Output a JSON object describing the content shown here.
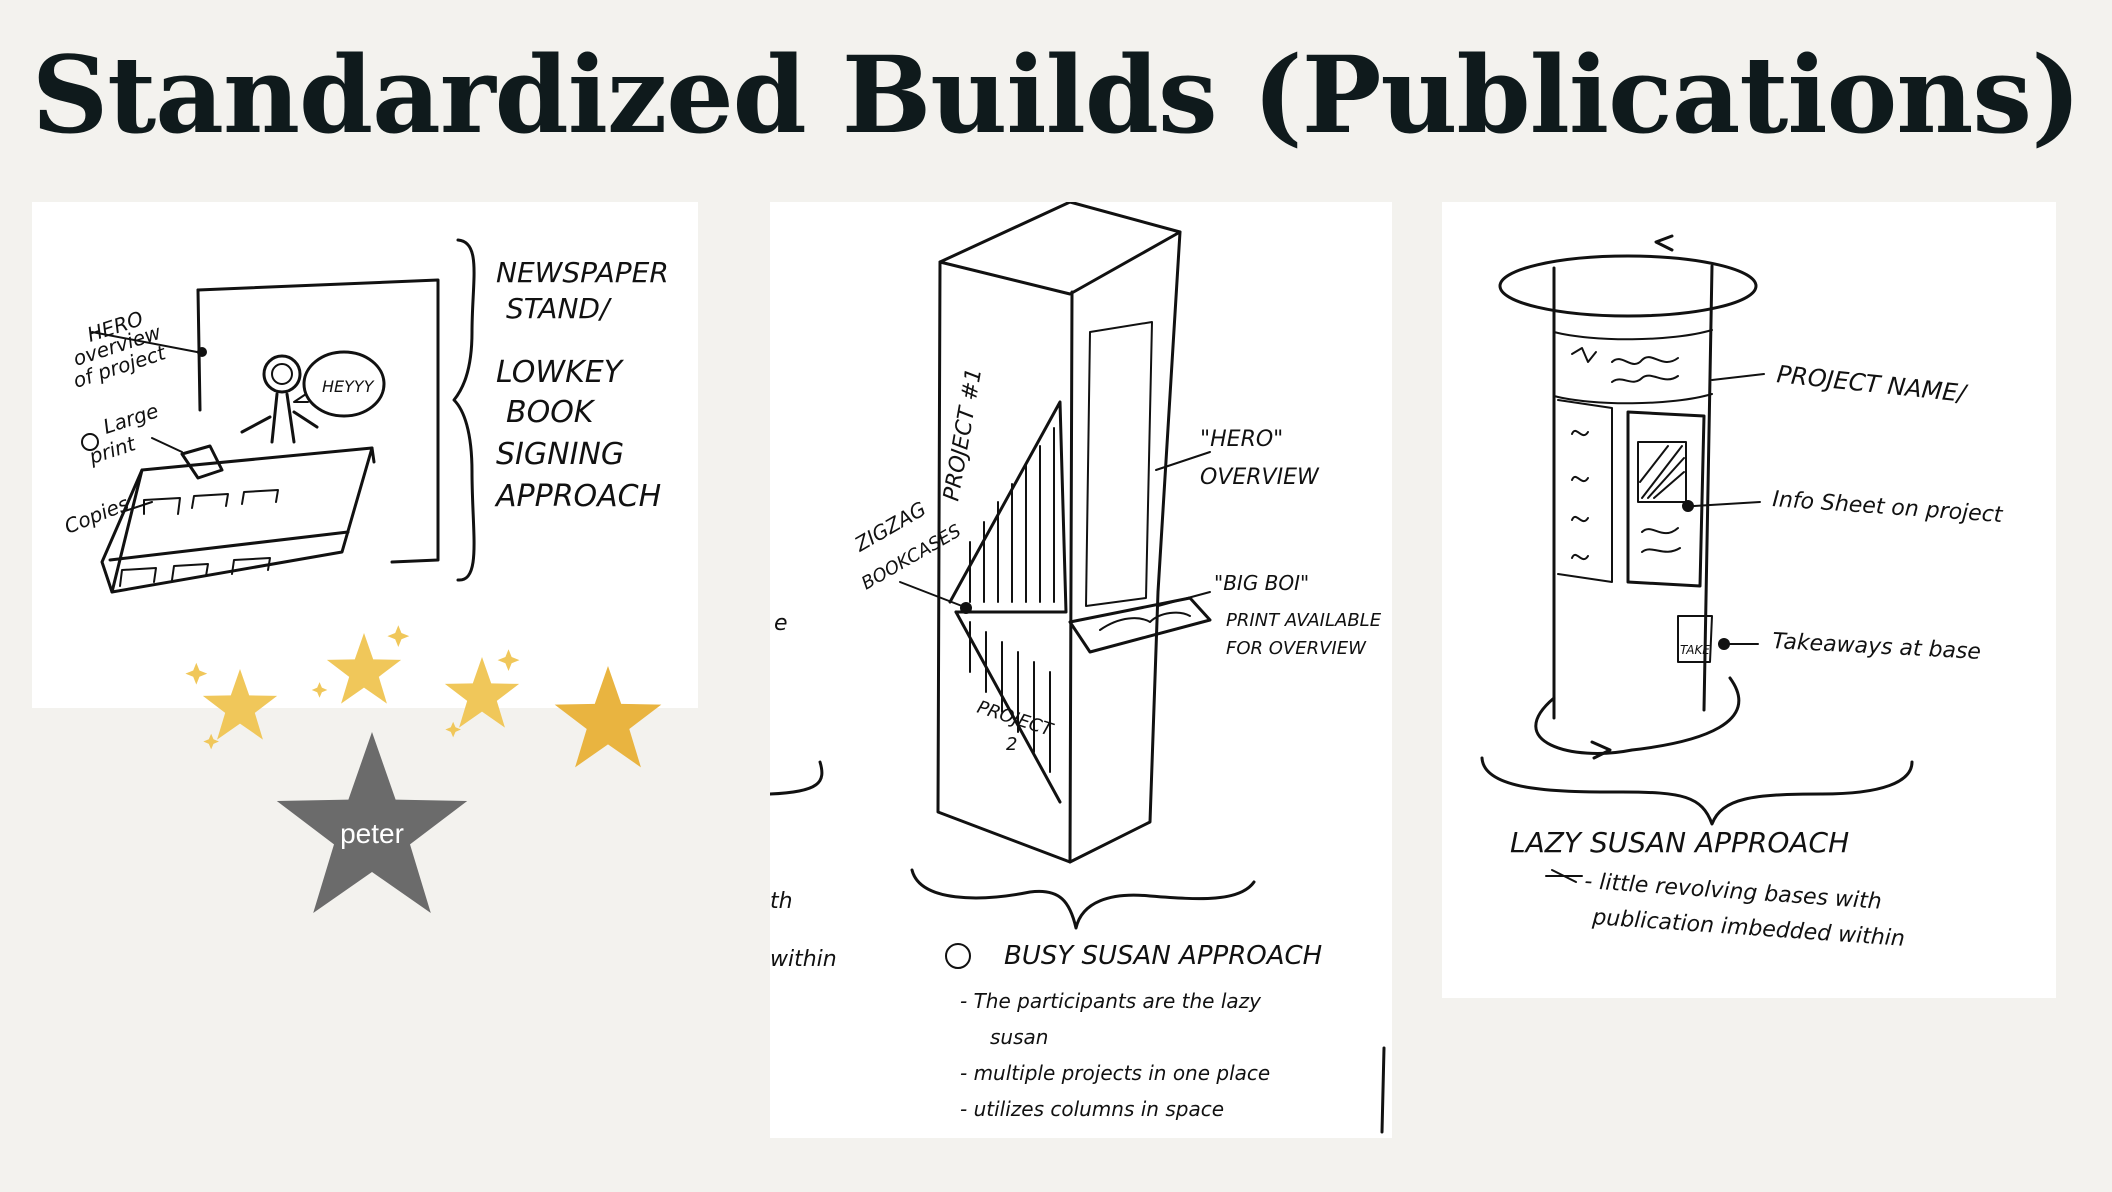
{
  "slide": {
    "title": "Standardized Builds (Publications)"
  },
  "sketches": {
    "newspaper_stand": {
      "label_hero_1": "HERO",
      "label_hero_2": "overview",
      "label_hero_3": "of project",
      "label_large_print_1": "Large",
      "label_large_print_2": "print",
      "label_copies": "Copies",
      "speech_bubble": "HEYYY",
      "title_1": "NEWSPAPER",
      "title_2": "STAND/",
      "title_3": "LOWKEY",
      "title_4": "BOOK",
      "title_5": "SIGNING",
      "title_6": "APPROACH"
    },
    "busy_susan": {
      "label_project_1": "PROJECT #1",
      "label_project_2a": "PROJECT",
      "label_project_2b": "2",
      "label_zigzag_1": "ZIGZAG",
      "label_zigzag_2": "BOOKCASES",
      "label_hero_1": "\"HERO\"",
      "label_hero_2": "OVERVIEW",
      "label_bigboi_1": "\"BIG BOI\"",
      "label_bigboi_2": "PRINT AVAILABLE",
      "label_bigboi_3": "FOR OVERVIEW",
      "caption_title": "BUSY SUSAN APPROACH",
      "caption_line_1": "- The participants are the lazy",
      "caption_line_2": "susan",
      "caption_line_3": "- multiple projects in one place",
      "caption_line_4": "- utilizes columns in space",
      "edge_fragment_1": "e",
      "edge_fragment_2": "th",
      "edge_fragment_3": "within"
    },
    "lazy_susan": {
      "label_project_name": "PROJECT NAME/",
      "label_info_sheet": "Info Sheet on project",
      "label_takeaways": "Takeaways at base",
      "label_take": "TAKE",
      "caption_title": "LAZY SUSAN APPROACH",
      "caption_line_1": "- little revolving bases with",
      "caption_line_2": "publication imbedded within"
    }
  },
  "stickers": {
    "star_name": "peter",
    "colors": {
      "gold": "#e9b440",
      "gold_light": "#f0c75a",
      "gray": "#6b6b6b"
    }
  }
}
